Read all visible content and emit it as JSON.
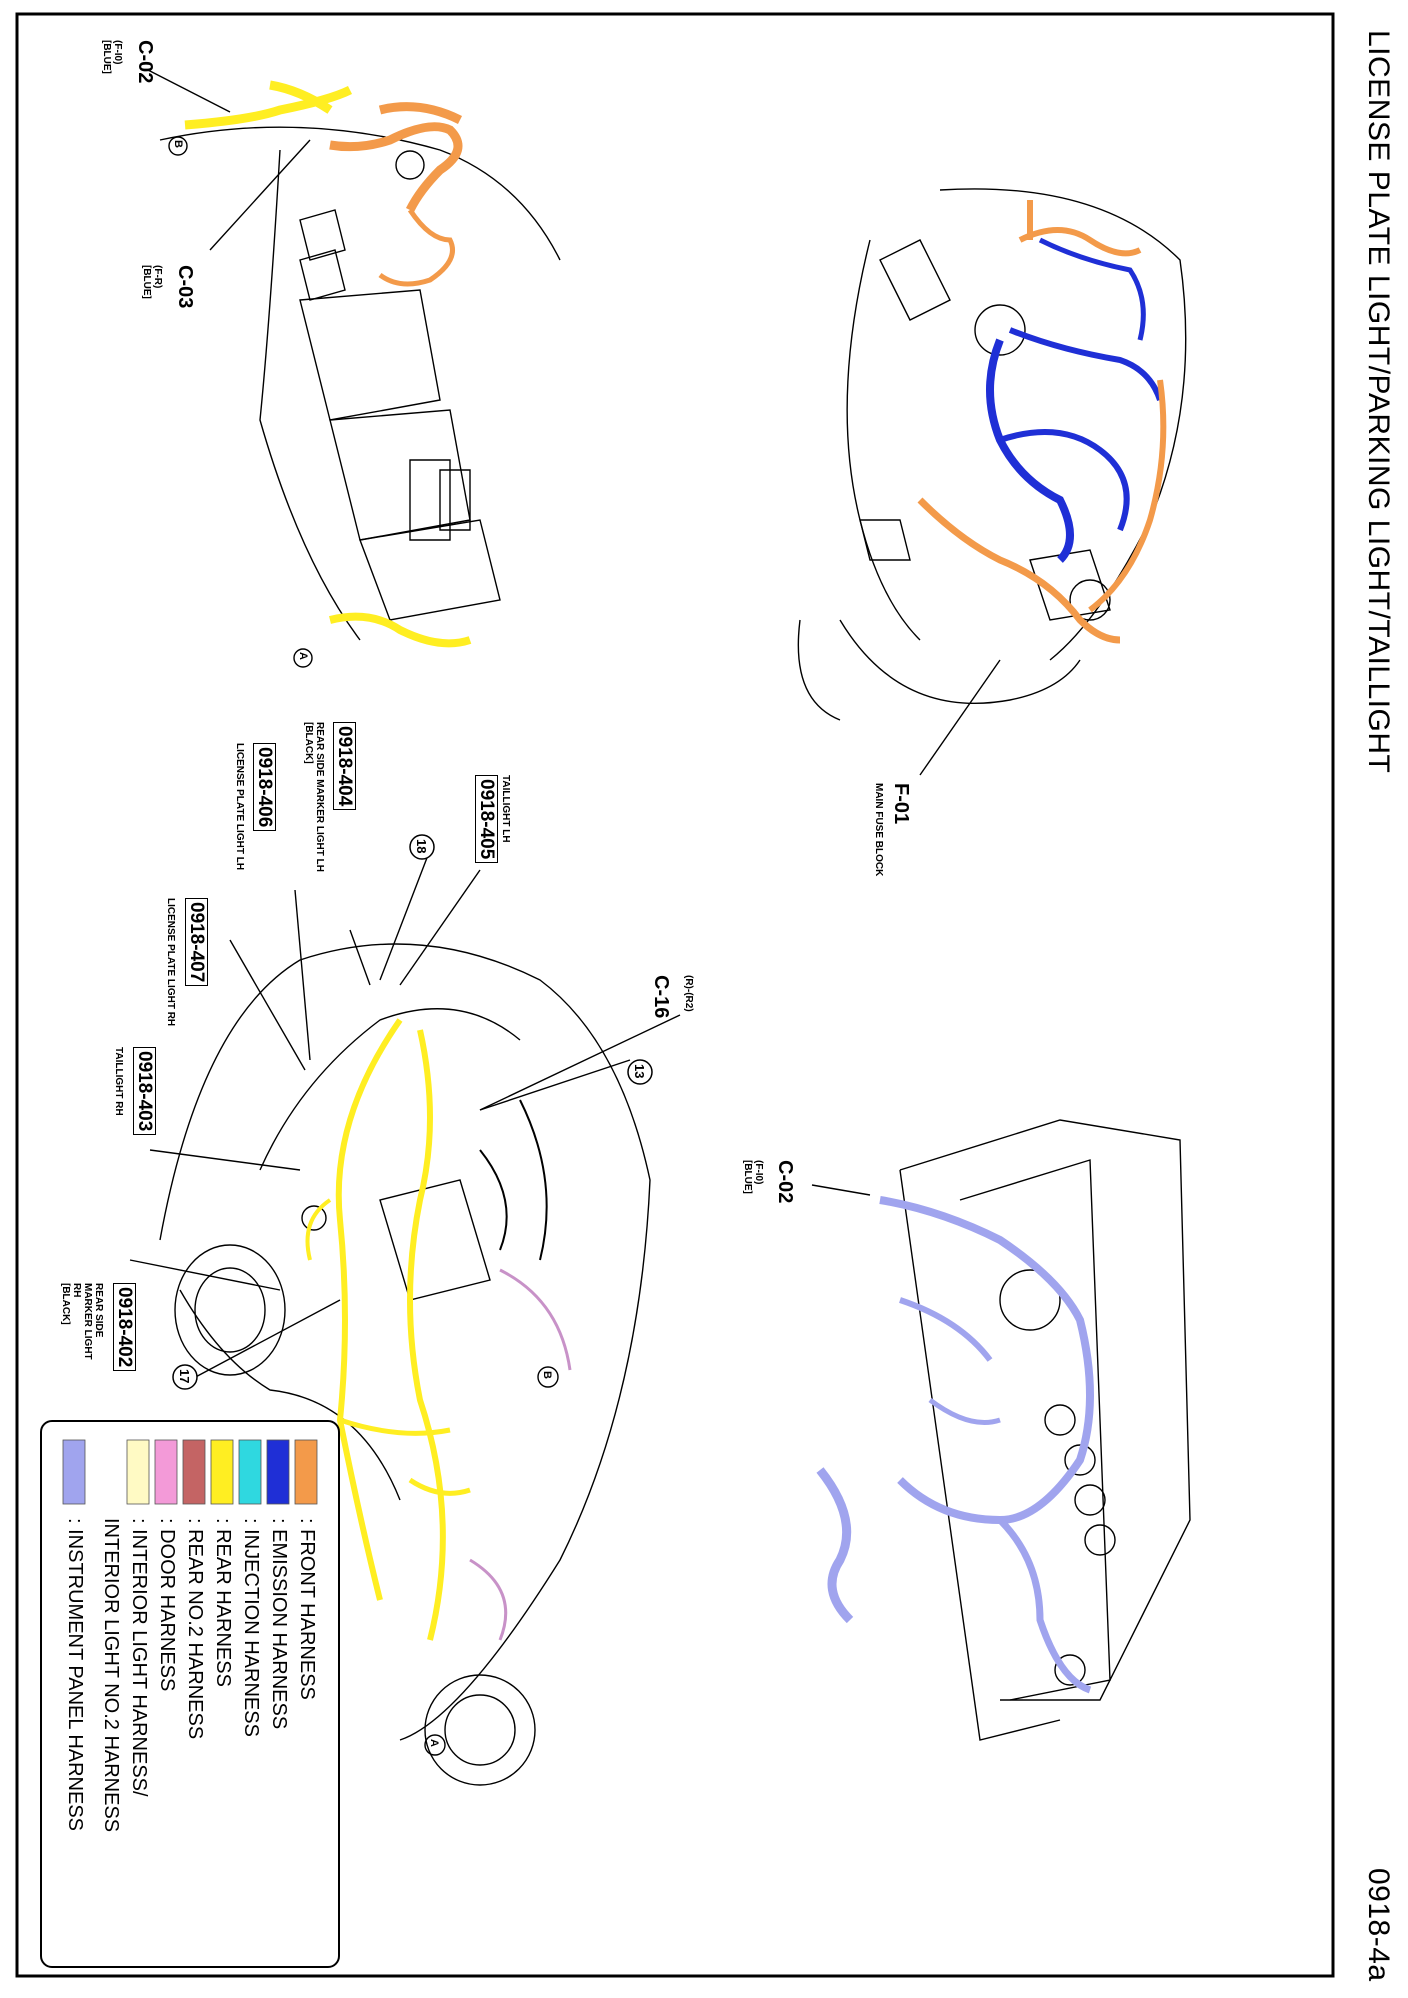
{
  "page": {
    "title": "LICENSE PLATE LIGHT/PARKING LIGHT/TAILLIGHT",
    "code": "0918-4a"
  },
  "connectors": {
    "c02_top": {
      "id": "C-02",
      "sub": "(F-I0)",
      "color": "[BLUE]"
    },
    "c03": {
      "id": "C-03",
      "sub": "(F-R)",
      "color": "[BLUE]"
    },
    "f01": {
      "id": "F-01",
      "label": "MAIN FUSE BLOCK"
    },
    "c16": {
      "id": "C-16",
      "sub": "(R)-(R2)"
    },
    "c02_ip": {
      "id": "C-02",
      "sub": "(F-I0)",
      "color": "[BLUE]"
    },
    "callout_13": "13",
    "callout_17": "17",
    "callout_18": "18",
    "marker_a": "A",
    "marker_b": "B"
  },
  "refs": [
    {
      "code": "0918-404",
      "label": "REAR SIDE MARKER LIGHT LH",
      "color": "[BLACK]"
    },
    {
      "code": "0918-405",
      "label": "TAILLIGHT LH",
      "color": ""
    },
    {
      "code": "0918-406",
      "label": "LICENSE PLATE LIGHT LH",
      "color": ""
    },
    {
      "code": "0918-407",
      "label": "LICENSE PLATE LIGHT RH",
      "color": ""
    },
    {
      "code": "0918-403",
      "label": "TAILLIGHT RH",
      "color": ""
    },
    {
      "code": "0918-402",
      "label": "REAR SIDE MARKER LIGHT RH",
      "color": "[BLACK]"
    }
  ],
  "legend": [
    {
      "label": ": FRONT HARNESS",
      "color": "#f39a4a"
    },
    {
      "label": ": EMISSION HARNESS",
      "color": "#1f2fd6"
    },
    {
      "label": ": INJECTION HARNESS",
      "color": "#2fd8e0"
    },
    {
      "label": ": REAR HARNESS",
      "color": "#ffee22"
    },
    {
      "label": ": REAR NO.2 HARNESS",
      "color": "#c46464"
    },
    {
      "label": ": DOOR HARNESS",
      "color": "#f39ad8"
    },
    {
      "label": ": INTERIOR LIGHT HARNESS/",
      "color": "#fffac4"
    },
    {
      "label": "  INTERIOR LIGHT NO.2 HARNESS",
      "color": ""
    },
    {
      "label": ": INSTRUMENT PANEL HARNESS",
      "color": "#a0a4ee"
    }
  ]
}
